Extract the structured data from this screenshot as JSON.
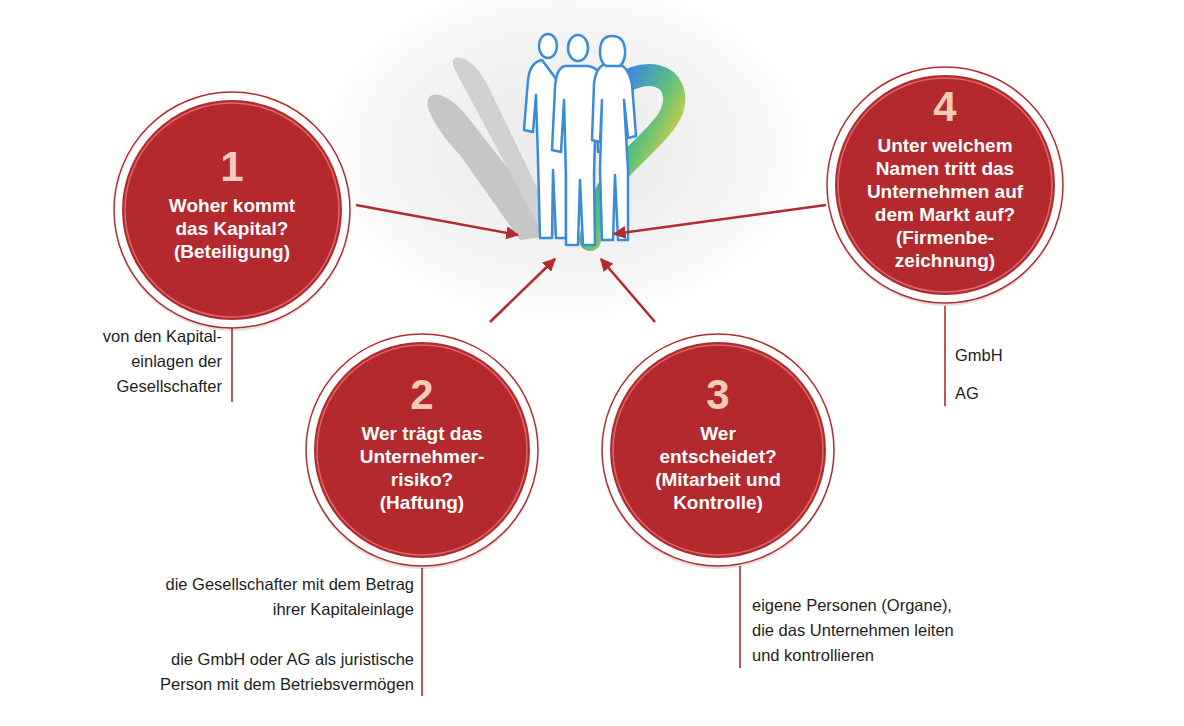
{
  "diagram": {
    "nodes": [
      {
        "text": [
          "1",
          "Woher kommt das Kapital? (Beteiligung)"
        ]
      },
      {
        "text": [
          "2",
          "Wer trägt das Unternehmer- risiko? (Haftung)"
        ]
      },
      {
        "text": [
          "3",
          "Wer entscheidet? (Mitarbeit und Kontrolle)"
        ]
      },
      {
        "text": [
          "4",
          "Unter welchem Namen tritt das Unternehmen auf dem Markt auf? (Firmenbe- zeichnung)"
        ]
      }
    ],
    "labels": [
      "von den Kapital- einlagen der Gesellschafter",
      "GmbH",
      "AG",
      "die Gesellschafter mit dem Betrag ihrer Kapitaleinlage",
      "die GmbH oder AG als juristische Person mit dem Betriebsvermögen",
      "eigene Personen (Organe), die das Unternehmen leiten und kontrollieren"
    ]
  }
}
